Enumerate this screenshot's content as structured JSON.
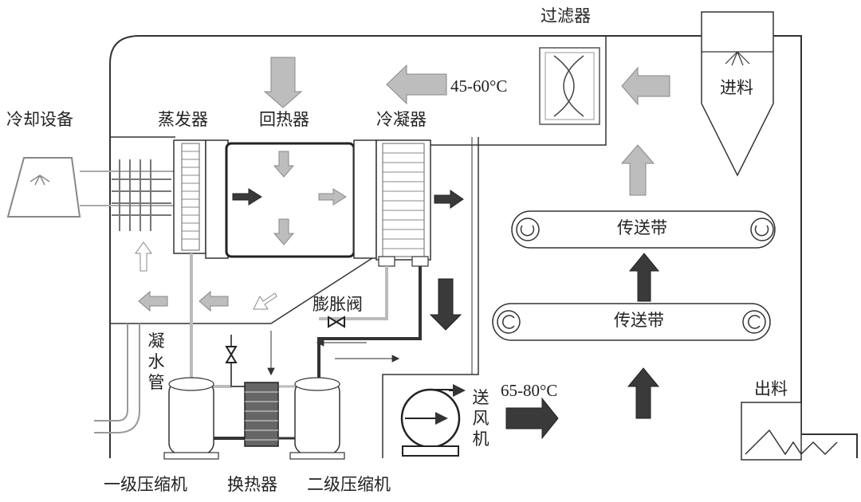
{
  "labels": {
    "filter": "过滤器",
    "cooling": "冷却设备",
    "evaporator": "蒸发器",
    "regenerator": "回热器",
    "condenser": "冷凝器",
    "feed": "进料",
    "belt_top": "传送带",
    "belt_bottom": "传送带",
    "expansion_valve": "膨胀阀",
    "drain_pipe": "凝水管",
    "fan": "送风机",
    "outlet": "出料",
    "compressor1": "一级压缩机",
    "heat_exchanger": "换热器",
    "compressor2": "二级压缩机",
    "temp_return": "45-60°C",
    "temp_supply": "65-80°C"
  },
  "colors": {
    "line": "#333333",
    "light_gray": "#bdbdbd",
    "dark_gray": "#3a3a3a",
    "mid_gray": "#8a8a8a"
  }
}
